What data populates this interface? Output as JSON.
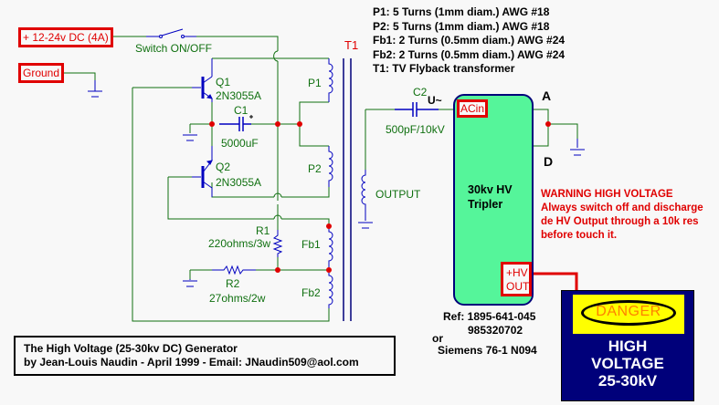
{
  "colors": {
    "background": "#f8f8f8",
    "wire": "#107010",
    "component": "#0000c0",
    "node": "#e00000",
    "label_red": "#e00000",
    "tripler_fill": "#55f59a",
    "tripler_border": "#00007a",
    "sign_blue": "#00007a",
    "sign_yellow": "#ffff00",
    "danger_orange": "#ff8000"
  },
  "terminals": {
    "power": "+ 12-24v DC (4A)",
    "ground": "Ground"
  },
  "switch": {
    "label": "Switch ON/OFF"
  },
  "transformer": {
    "label": "T1"
  },
  "components": {
    "q1": {
      "name": "Q1",
      "part": "2N3055A"
    },
    "q2": {
      "name": "Q2",
      "part": "2N3055A"
    },
    "c1": {
      "name": "C1",
      "value": "5000uF",
      "polarity": "+"
    },
    "c2": {
      "name": "C2",
      "value": "500pF/10kV"
    },
    "r1": {
      "name": "R1",
      "value": "220ohms/3w"
    },
    "r2": {
      "name": "R2",
      "value": "27ohms/2w"
    },
    "p1": {
      "name": "P1"
    },
    "p2": {
      "name": "P2"
    },
    "fb1": {
      "name": "Fb1"
    },
    "fb2": {
      "name": "Fb2"
    },
    "output": {
      "name": "OUTPUT"
    }
  },
  "u_label": "U~",
  "winding_notes": [
    "P1: 5 Turns (1mm diam.) AWG #18",
    "P2: 5 Turns (1mm diam.) AWG #18",
    "Fb1: 2 Turns (0.5mm diam.) AWG #24",
    "Fb2: 2 Turns (0.5mm diam.) AWG #24",
    "T1: TV Flyback transformer"
  ],
  "tripler": {
    "title_line1": "30kv HV",
    "title_line2": "Tripler",
    "acin": "ACin",
    "hv_out_line1": "+HV",
    "hv_out_line2": "OUT",
    "pin_a": "A",
    "pin_d": "D"
  },
  "warning": [
    "WARNING HIGH VOLTAGE",
    "Always switch off and discharge",
    "de HV Output through a 10k res",
    "before touch it."
  ],
  "reference": {
    "line1": "Ref: 1895-641-045",
    "line2": "985320702",
    "or": "or",
    "line3": "Siemens 76-1 N094"
  },
  "danger_sign": {
    "danger": "DANGER",
    "line1": "HIGH",
    "line2": "VOLTAGE",
    "line3": "25-30kV"
  },
  "title_block": {
    "line1": "The High Voltage (25-30kv DC) Generator",
    "line2": "by Jean-Louis Naudin - April 1999 - Email: JNaudin509@aol.com"
  }
}
